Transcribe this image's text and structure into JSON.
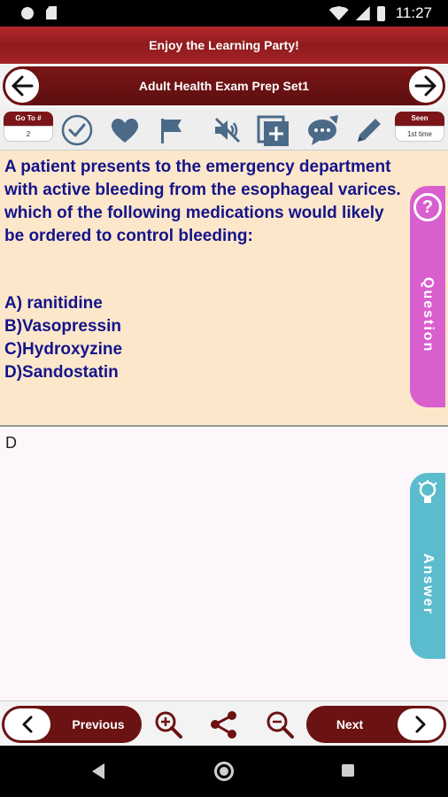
{
  "status_bar": {
    "time": "11:27"
  },
  "banner": {
    "text": "Enjoy the Learning Party!"
  },
  "title_bar": {
    "title": "Adult Health Exam Prep Set1"
  },
  "toolbar": {
    "goto_label": "Go To #",
    "goto_value": "2",
    "seen_label": "Seen",
    "seen_value": "1st time",
    "icons": [
      "check-icon",
      "heart-icon",
      "flag-icon",
      "mute-icon",
      "add-note-icon",
      "comment-icon",
      "edit-icon"
    ]
  },
  "question": {
    "text": "A patient presents to the emergency department with active bleeding from the esophageal varices. which of the following medications would likely be ordered to control bleeding:",
    "options": [
      "A) ranitidine",
      "B)Vasopressin",
      "C)Hydroxyzine",
      "D)Sandostatin"
    ],
    "tab_label": "Question",
    "tab_color": "#d95fcf"
  },
  "answer": {
    "text": "D",
    "tab_label": "Answer",
    "tab_color": "#5bbccd"
  },
  "bottom_bar": {
    "previous_label": "Previous",
    "next_label": "Next"
  },
  "colors": {
    "brand": "#6b1213",
    "question_bg": "#fde7cb",
    "question_text": "#14148a"
  }
}
